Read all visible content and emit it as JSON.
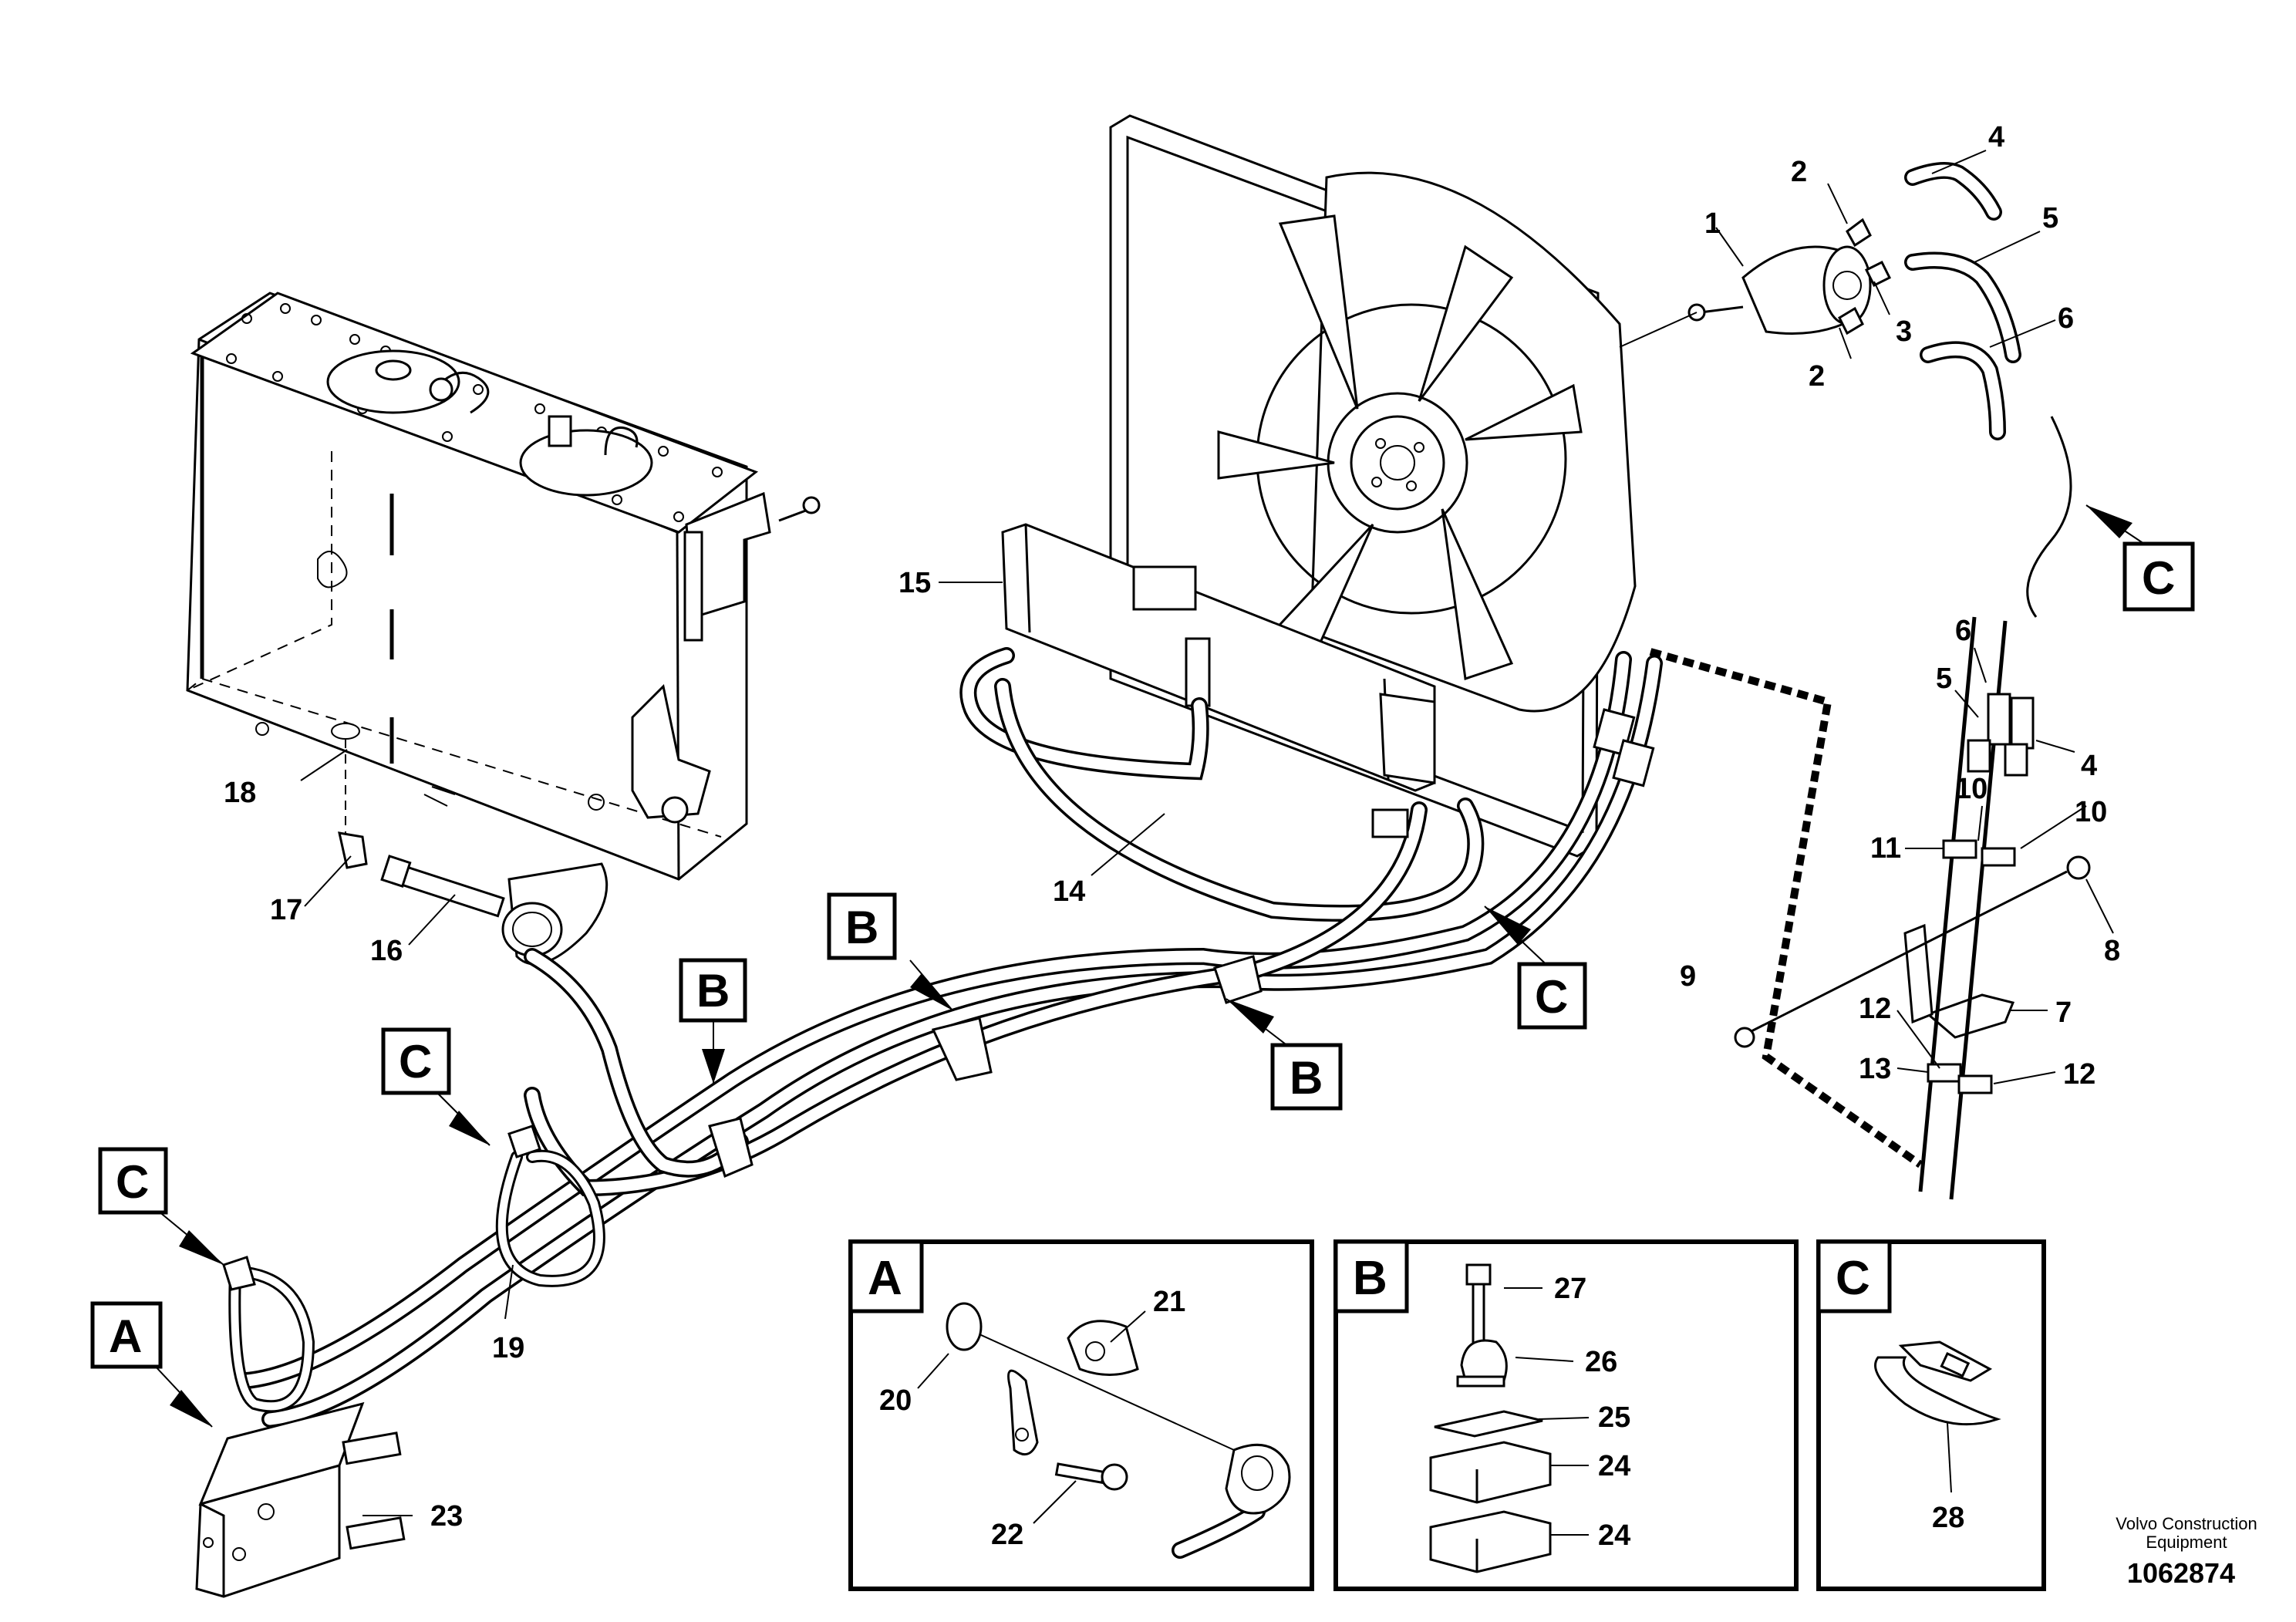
{
  "callouts": {
    "c1": "1",
    "c2a": "2",
    "c2b": "2",
    "c3": "3",
    "c4a": "4",
    "c4b": "4",
    "c5a": "5",
    "c5b": "5",
    "c6a": "6",
    "c6b": "6",
    "c7": "7",
    "c8": "8",
    "c9": "9",
    "c10a": "10",
    "c10b": "10",
    "c11": "11",
    "c12a": "12",
    "c12b": "12",
    "c13": "13",
    "c14": "14",
    "c15": "15",
    "c16": "16",
    "c17": "17",
    "c18": "18",
    "c19": "19",
    "c20": "20",
    "c21": "21",
    "c22": "22",
    "c23": "23",
    "c24a": "24",
    "c24b": "24",
    "c25": "25",
    "c26": "26",
    "c27": "27",
    "c28": "28"
  },
  "flags": {
    "a_main": "A",
    "b_left": "B",
    "b_mid": "B",
    "b_right": "B",
    "c_left": "C",
    "c_mid": "C",
    "c_center": "C",
    "c_right": "C"
  },
  "insets": {
    "a": {
      "label": "A"
    },
    "b": {
      "label": "B"
    },
    "c": {
      "label": "C"
    }
  },
  "footer": {
    "maker_line1": "Volvo Construction",
    "maker_line2": "Equipment",
    "doc_number": "1062874"
  }
}
